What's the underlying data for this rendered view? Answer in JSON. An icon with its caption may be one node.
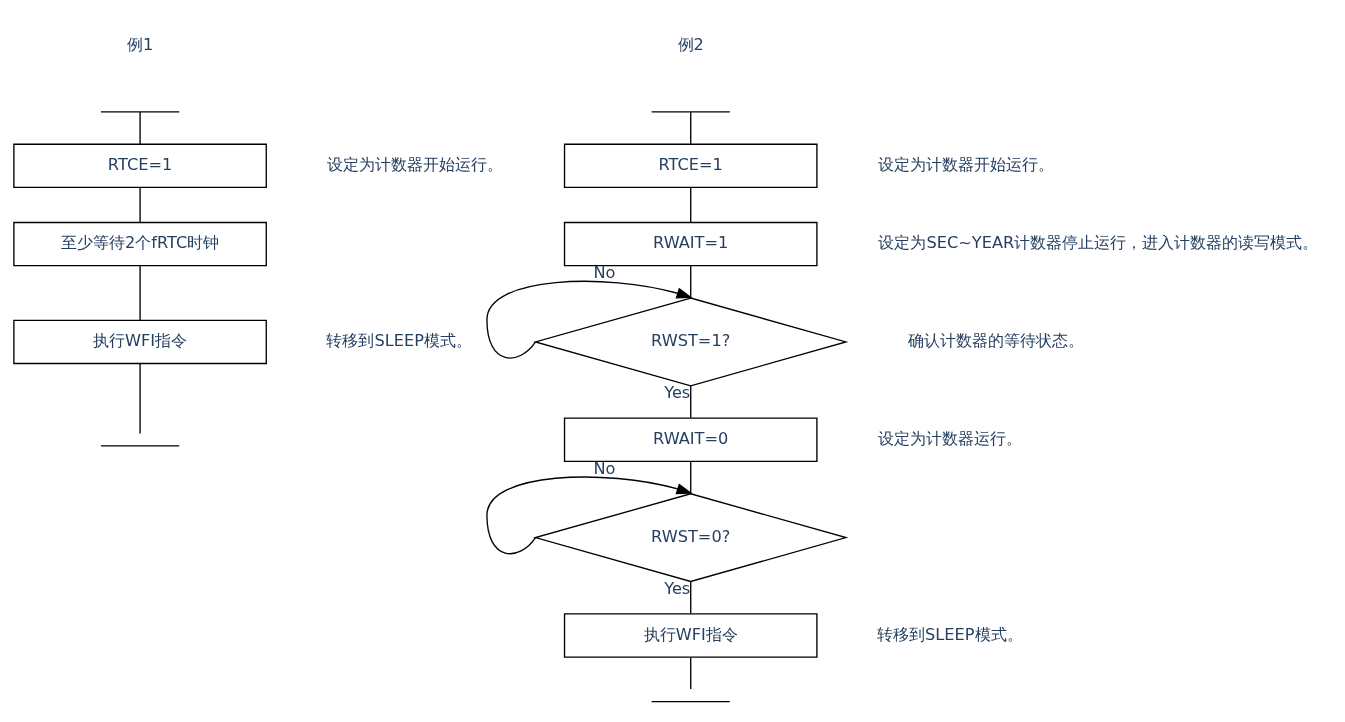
{
  "diagram": {
    "nodes": [
      {
        "text": [],
        "shape": "wave"
      },
      {
        "text": [
          "RTCE=1"
        ],
        "beside": [
          "设定为计数器开始运行。"
        ]
      },
      {
        "text": [
          "至少等待2个fRTC时钟"
        ]
      },
      {
        "text": [
          "执行WFI指令"
        ],
        "beside": [
          "转移到SLEEP模式。"
        ]
      },
      {
        "text": [],
        "shape": "wave"
      },
      {
        "text": [],
        "shape": "wave"
      },
      {
        "text": [
          "RTCE=1"
        ],
        "beside": [
          "设定为计数器开始运行。"
        ]
      },
      {
        "text": [
          "RWAIT=1"
        ],
        "beside": [
          "设定为SEC~YEAR计数器停止运行，进入计数器的读写模式。"
        ]
      },
      {
        "text": [
          "RWST=1?"
        ],
        "beside": [
          "确认计数器的等待状态。"
        ]
      },
      {
        "text": [
          "RWAIT=0"
        ],
        "beside": [
          "设定为计数器运行。"
        ]
      },
      {
        "text": [
          "RWST=0?"
        ]
      },
      {
        "text": [
          "执行WFI指令"
        ],
        "beside": [
          "转移到SLEEP模式。"
        ]
      },
      {
        "text": [],
        "shape": "wave"
      }
    ],
    "edges": [
      {
        "from": 0,
        "to": 1,
        "arrow": "none"
      },
      {
        "from": 1,
        "to": 2,
        "arrow": "none"
      },
      {
        "from": 2,
        "to": 3,
        "arrow": "none"
      },
      {
        "from": 3,
        "to": 4,
        "arrow": "none"
      },
      {
        "from": 5,
        "to": 6,
        "arrow": "none"
      },
      {
        "from": 6,
        "to": 7,
        "arrow": "none"
      },
      {
        "from": 7,
        "to": 8,
        "arrow": "none"
      },
      {
        "from": 8,
        "to": 8,
        "arrow": "to",
        "label": "No"
      },
      {
        "from": 8,
        "to": 9,
        "arrow": "none",
        "label": "Yes"
      },
      {
        "from": 9,
        "to": 10,
        "arrow": "none"
      },
      {
        "from": 10,
        "to": 10,
        "arrow": "to",
        "label": "No"
      },
      {
        "from": 10,
        "to": 11,
        "arrow": "none",
        "label": "Yes"
      },
      {
        "from": 11,
        "to": 12,
        "arrow": "none"
      }
    ],
    "labels": [
      "例1",
      "例2"
    ]
  }
}
